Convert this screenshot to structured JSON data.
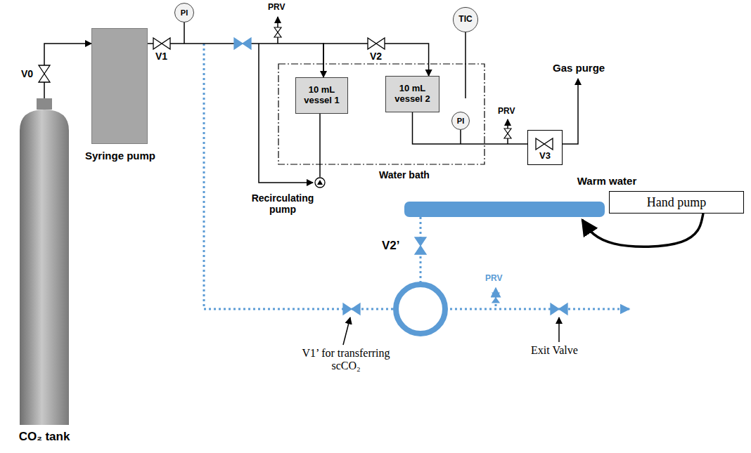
{
  "diagram": {
    "nodes": [
      {
        "text": [
          "CO₂ tank"
        ]
      },
      {
        "text": [
          "Syringe pump"
        ]
      },
      {
        "text": [
          "PI"
        ]
      },
      {
        "text": [
          "Water bath"
        ]
      },
      {
        "text": [
          "10 mL vessel 1"
        ],
        "in": 3
      },
      {
        "text": [
          "10 mL vessel 2"
        ],
        "in": 3
      },
      {
        "text": [
          "TIC"
        ]
      },
      {
        "text": [
          "Recirculating pump"
        ]
      },
      {
        "text": [
          "PI"
        ]
      },
      {
        "text": [
          "V3"
        ]
      },
      {
        "text": [
          "Warm water"
        ]
      },
      {
        "text": [
          "Hand pump"
        ]
      }
    ],
    "edges": [
      {
        "from": 0,
        "to": 1,
        "arrow": "to"
      },
      {
        "from": 1,
        "to": 4,
        "arrow": "to"
      },
      {
        "from": 4,
        "to": 5,
        "arrow": "to"
      },
      {
        "from": 7,
        "to": 4,
        "arrow": "none"
      },
      {
        "from": 5,
        "to": 9,
        "arrow": "none"
      },
      {
        "from": 11,
        "to": 10,
        "arrow": "to"
      }
    ],
    "labels": [
      "V0",
      "V1",
      "PRV",
      "V2",
      "PRV",
      "Gas purge",
      "V2’",
      "PRV",
      "V1’ for transferring scCO₂",
      "Exit Valve"
    ]
  }
}
